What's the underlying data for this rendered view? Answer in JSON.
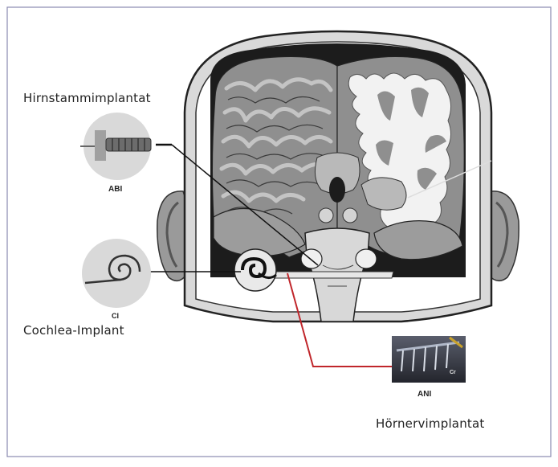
{
  "labels": {
    "abi_title": "Hirnstammimplantat",
    "abi_short": "ABI",
    "ci_title": "Cochlea-Implant",
    "ci_short": "CI",
    "ani_title": "Hörnervimplantat",
    "ani_short": "ANI",
    "photo_mark": "Cr"
  },
  "colors": {
    "frame_border": "#8a8ab0",
    "skull_outer": "#dcdcdc",
    "skin": "#ffffff",
    "cavity": "#1c1c1c",
    "brain_gray": "#8f8f8f",
    "brain_light": "#b9b9b9",
    "white_matter": "#f2f2f2",
    "ear": "#9a9a9a",
    "pointer_line": "#111111",
    "ani_line": "#c0262b",
    "inset_circle": "#d9d9d9",
    "photo_bg": "#3c3f4a"
  }
}
